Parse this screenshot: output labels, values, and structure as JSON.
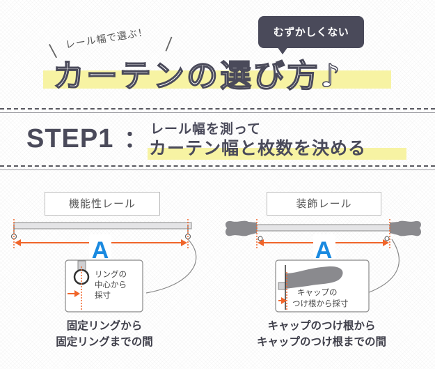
{
  "header": {
    "badge": "むずかしくない",
    "catch": "レール幅で選ぶ！",
    "title": "カーテンの選び方♪"
  },
  "step": {
    "label": "STEP1",
    "colon": "：",
    "subtitle": "レール幅を測って",
    "main": "カーテン幅と枚数を決める"
  },
  "panels": [
    {
      "label": "機能性レール",
      "measure": "A",
      "callout": [
        "リングの",
        "中心から",
        "採寸"
      ],
      "caption": [
        "固定リングから",
        "固定リングまでの間"
      ]
    },
    {
      "label": "装飾レール",
      "measure": "A",
      "callout": [
        "キャップの",
        "つけ根から採寸"
      ],
      "caption": [
        "キャップのつけ根から",
        "キャップのつけ根までの間"
      ]
    }
  ],
  "colors": {
    "accent_orange": "#f0652a",
    "measure_blue": "#1a8ae0",
    "highlight_yellow": "#f7f3a3",
    "dark_text": "#4a4a5a"
  }
}
